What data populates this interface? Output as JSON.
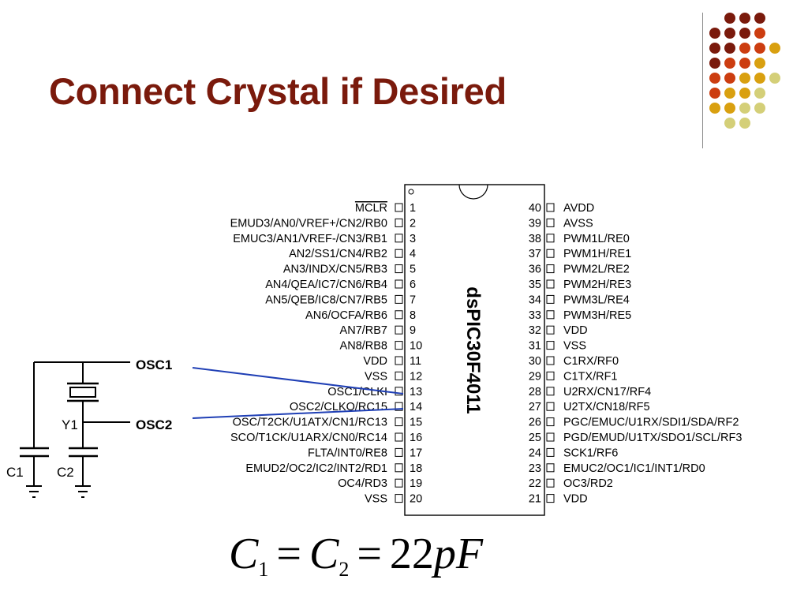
{
  "slide": {
    "title": "Connect Crystal if Desired",
    "colors": {
      "title": "#7a1a0c",
      "wire": "#1f3fb5",
      "dot_palette": [
        "#7a1a0c",
        "#cc3d10",
        "#d9a010",
        "#d4cf78"
      ]
    }
  },
  "chip": {
    "name": "dsPIC30F4011",
    "left_pins": [
      {
        "num": "1",
        "label": "MCLR",
        "overline": true
      },
      {
        "num": "2",
        "label": "EMUD3/AN0/VREF+/CN2/RB0"
      },
      {
        "num": "3",
        "label": "EMUC3/AN1/VREF-/CN3/RB1"
      },
      {
        "num": "4",
        "label": "AN2/SS1/CN4/RB2"
      },
      {
        "num": "5",
        "label": "AN3/INDX/CN5/RB3"
      },
      {
        "num": "6",
        "label": "AN4/QEA/IC7/CN6/RB4"
      },
      {
        "num": "7",
        "label": "AN5/QEB/IC8/CN7/RB5"
      },
      {
        "num": "8",
        "label": "AN6/OCFA/RB6"
      },
      {
        "num": "9",
        "label": "AN7/RB7"
      },
      {
        "num": "10",
        "label": "AN8/RB8"
      },
      {
        "num": "11",
        "label": "VDD"
      },
      {
        "num": "12",
        "label": "VSS"
      },
      {
        "num": "13",
        "label": "OSC1/CLKI"
      },
      {
        "num": "14",
        "label": "OSC2/CLKO/RC15"
      },
      {
        "num": "15",
        "label": "OSC/T2CK/U1ATX/CN1/RC13"
      },
      {
        "num": "16",
        "label": "SCO/T1CK/U1ARX/CN0/RC14"
      },
      {
        "num": "17",
        "label": "FLTA/INT0/RE8"
      },
      {
        "num": "18",
        "label": "EMUD2/OC2/IC2/INT2/RD1"
      },
      {
        "num": "19",
        "label": "OC4/RD3"
      },
      {
        "num": "20",
        "label": "VSS"
      }
    ],
    "right_pins": [
      {
        "num": "40",
        "label": "AVDD"
      },
      {
        "num": "39",
        "label": "AVSS"
      },
      {
        "num": "38",
        "label": "PWM1L/RE0"
      },
      {
        "num": "37",
        "label": "PWM1H/RE1"
      },
      {
        "num": "36",
        "label": "PWM2L/RE2"
      },
      {
        "num": "35",
        "label": "PWM2H/RE3"
      },
      {
        "num": "34",
        "label": "PWM3L/RE4"
      },
      {
        "num": "33",
        "label": "PWM3H/RE5"
      },
      {
        "num": "32",
        "label": "VDD"
      },
      {
        "num": "31",
        "label": "VSS"
      },
      {
        "num": "30",
        "label": "C1RX/RF0"
      },
      {
        "num": "29",
        "label": "C1TX/RF1"
      },
      {
        "num": "28",
        "label": "U2RX/CN17/RF4"
      },
      {
        "num": "27",
        "label": "U2TX/CN18/RF5"
      },
      {
        "num": "26",
        "label": "PGC/EMUC/U1RX/SDI1/SDA/RF2"
      },
      {
        "num": "25",
        "label": "PGD/EMUD/U1TX/SDO1/SCL/RF3"
      },
      {
        "num": "24",
        "label": "SCK1/RF6"
      },
      {
        "num": "23",
        "label": "EMUC2/OC1/IC1/INT1/RD0"
      },
      {
        "num": "22",
        "label": "OC3/RD2"
      },
      {
        "num": "21",
        "label": "VDD"
      }
    ]
  },
  "circuit": {
    "osc1_label": "OSC1",
    "osc2_label": "OSC2",
    "crystal_label": "Y1",
    "cap1_label": "C1",
    "cap2_label": "C2"
  },
  "formula": {
    "c": "C",
    "sub1": "1",
    "sub2": "2",
    "eq": "=",
    "value": "22",
    "unit": "pF"
  }
}
